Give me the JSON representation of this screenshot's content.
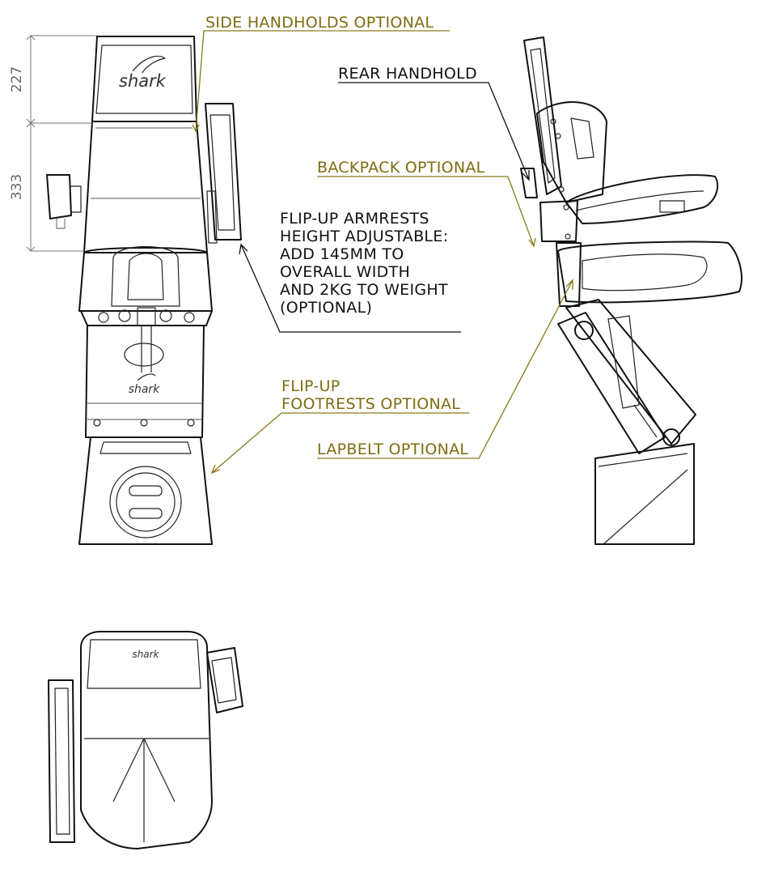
{
  "labels": {
    "side_handholds": "SIDE HANDHOLDS OPTIONAL",
    "rear_handhold": "REAR HANDHOLD",
    "backpack": "BACKPACK OPTIONAL",
    "armrests": [
      "FLIP-UP ARMRESTS",
      "HEIGHT ADJUSTABLE:",
      "ADD 145MM TO",
      "OVERALL WIDTH",
      "AND 2KG TO WEIGHT",
      "(OPTIONAL)"
    ],
    "footrests": [
      "FLIP-UP",
      "FOOTRESTS OPTIONAL"
    ],
    "lapbelt": "LAPBELT OPTIONAL"
  },
  "dimensions": {
    "upper": "227",
    "lower": "333"
  },
  "brand": {
    "top_logo": "shark",
    "mid_logo": "shark",
    "plan_logo": "shark"
  },
  "colors": {
    "optional_label": "#7d6d10",
    "standard_label": "#111111",
    "dimension": "#666666"
  }
}
